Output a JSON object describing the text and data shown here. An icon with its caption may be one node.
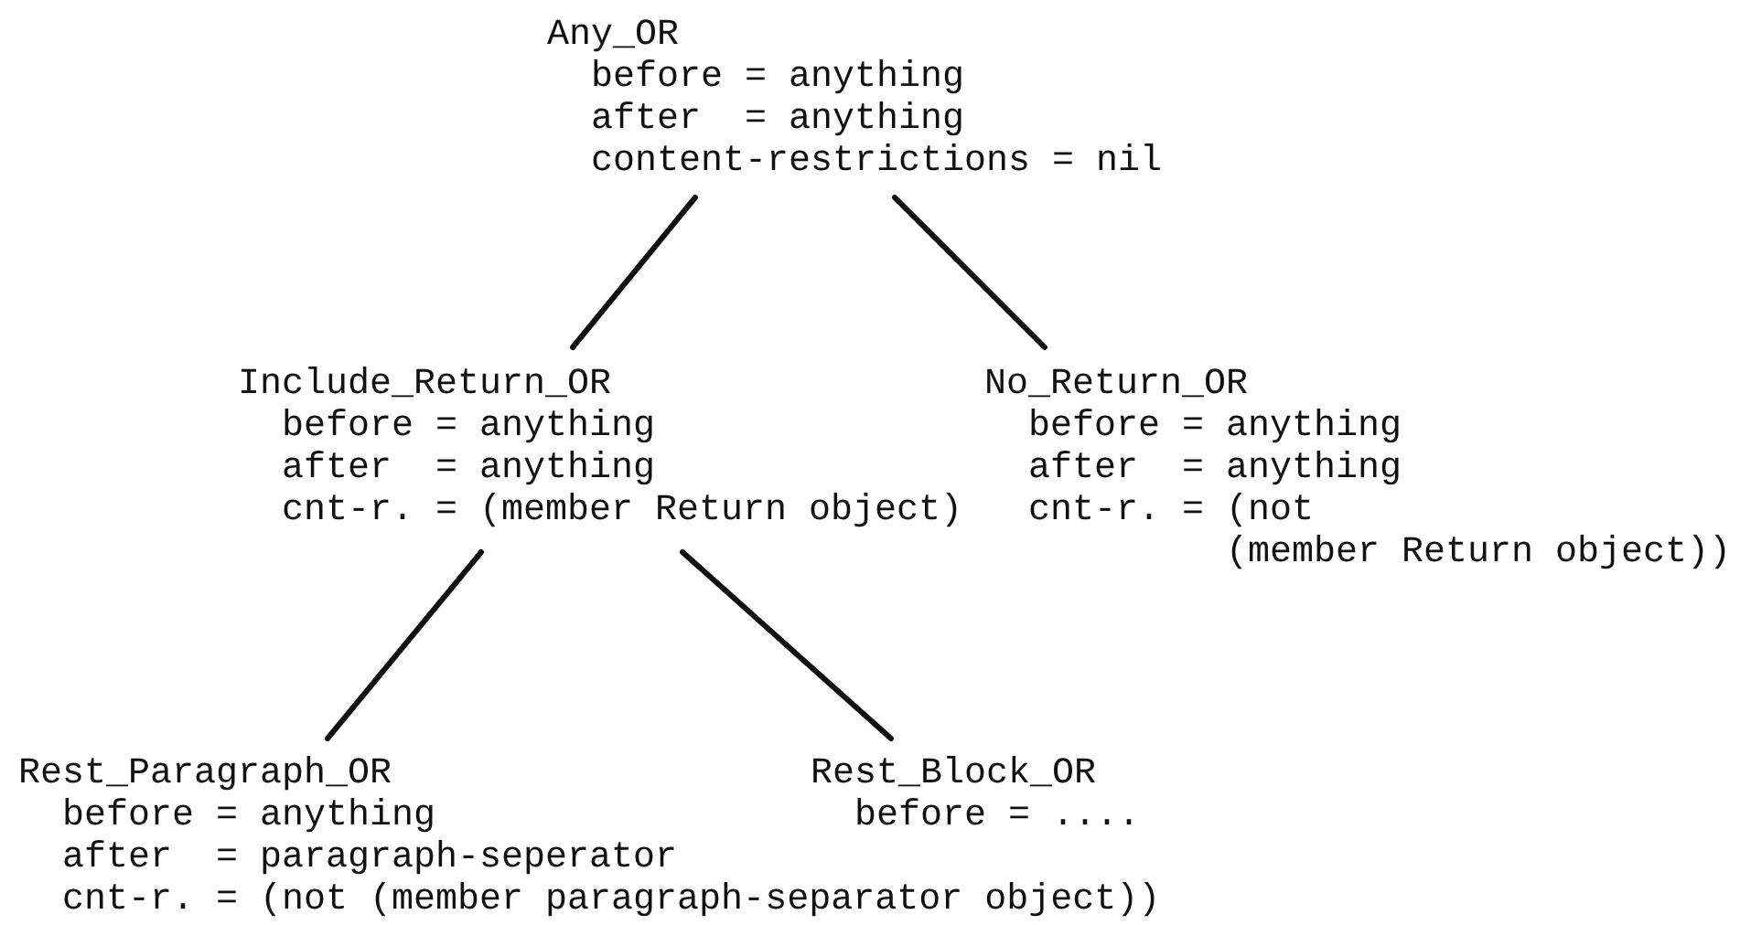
{
  "diagram": {
    "nodes": [
      {
        "text": [
          "Any_OR",
          "before = anything",
          "after  = anything",
          "content-restrictions = nil"
        ]
      },
      {
        "text": [
          "Include_Return_OR",
          "before = anything",
          "after  = anything",
          "cnt-r. = (member Return object)"
        ]
      },
      {
        "text": [
          "No_Return_OR",
          "before = anything",
          "after  = anything",
          "cnt-r. = (not (member Return object))"
        ]
      },
      {
        "text": [
          "Rest_Paragraph_OR",
          "before = anything",
          "after  = paragraph-seperator",
          "cnt-r. = (not (member paragraph-separator object))"
        ]
      },
      {
        "text": [
          "Rest_Block_OR",
          "before = ...."
        ]
      }
    ],
    "edges": [
      {
        "from": 0,
        "to": 1,
        "arrow": "none"
      },
      {
        "from": 0,
        "to": 2,
        "arrow": "none"
      },
      {
        "from": 1,
        "to": 3,
        "arrow": "none"
      },
      {
        "from": 1,
        "to": 4,
        "arrow": "none"
      }
    ]
  }
}
